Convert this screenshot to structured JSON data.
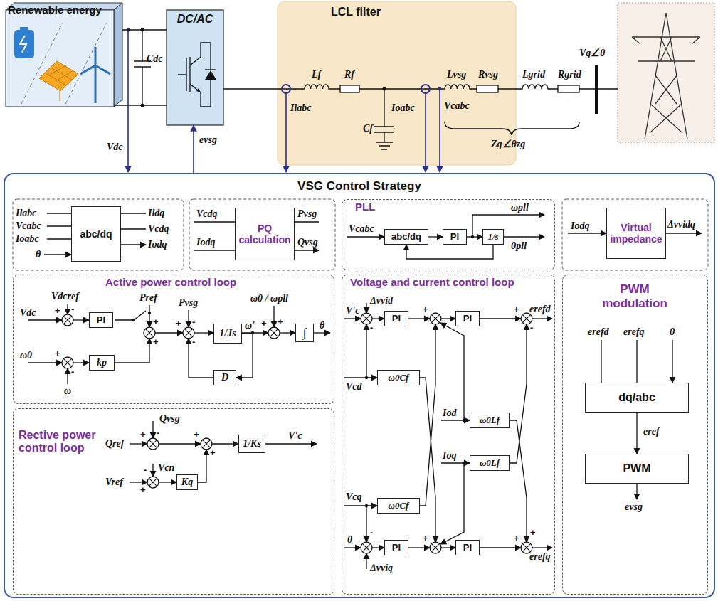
{
  "diagram": {
    "nodes": [
      {
        "text": [
          "Renewable energy"
        ]
      },
      {
        "text": [
          "DC/AC"
        ]
      },
      {
        "text": [
          "LCL filter"
        ]
      },
      {
        "text": [
          "VSG Control Strategy"
        ]
      },
      {
        "text": [
          "abc/dq"
        ],
        "in": 3
      },
      {
        "text": [
          "PQ calculation"
        ],
        "in": 3
      },
      {
        "text": [
          "PLL"
        ],
        "in": 3
      },
      {
        "text": [
          "abc/dq"
        ],
        "in": 6
      },
      {
        "text": [
          "PI"
        ],
        "in": 6
      },
      {
        "text": [
          "1/s"
        ],
        "in": 6
      },
      {
        "text": [
          "Virtual impedance"
        ],
        "in": 3
      },
      {
        "text": [
          "Active power control loop"
        ],
        "in": 3
      },
      {
        "text": [
          "PI"
        ],
        "in": 11
      },
      {
        "text": [
          "kp"
        ],
        "in": 11
      },
      {
        "text": [
          "1/Js"
        ],
        "in": 11
      },
      {
        "text": [
          "D"
        ],
        "in": 11
      },
      {
        "text": [
          "∫"
        ],
        "in": 11
      },
      {
        "text": [
          "Rective power control loop"
        ],
        "in": 3
      },
      {
        "text": [
          "1/Ks"
        ],
        "in": 17
      },
      {
        "text": [
          "Kq"
        ],
        "in": 17
      },
      {
        "text": [
          "Voltage and current control loop"
        ],
        "in": 3
      },
      {
        "text": [
          "PI"
        ],
        "in": 20
      },
      {
        "text": [
          "PI"
        ],
        "in": 20
      },
      {
        "text": [
          "ω0Cf"
        ],
        "in": 20
      },
      {
        "text": [
          "ω0Lf"
        ],
        "in": 20
      },
      {
        "text": [
          "ω0Lf"
        ],
        "in": 20
      },
      {
        "text": [
          "ω0Cf"
        ],
        "in": 20
      },
      {
        "text": [
          "PI"
        ],
        "in": 20
      },
      {
        "text": [
          "PI"
        ],
        "in": 20
      },
      {
        "text": [
          "PWM modulation"
        ],
        "in": 3
      },
      {
        "text": [
          "dq/abc"
        ],
        "in": 29
      },
      {
        "text": [
          "PWM"
        ],
        "in": 29
      }
    ],
    "edges": [
      {
        "from": 0,
        "to": 1,
        "arrow": "none"
      },
      {
        "from": 1,
        "to": 2,
        "arrow": "none"
      },
      {
        "from": 3,
        "to": 1,
        "arrow": "to",
        "label": "evsg"
      },
      {
        "from": 7,
        "to": 8,
        "arrow": "to"
      },
      {
        "from": 8,
        "to": 9,
        "arrow": "to"
      },
      {
        "from": 9,
        "to": 7,
        "arrow": "to"
      },
      {
        "from": 14,
        "to": 15,
        "arrow": "to"
      },
      {
        "from": 30,
        "to": 31,
        "arrow": "to",
        "label": "eref"
      }
    ],
    "labels": [
      "Cdc",
      "Vdc",
      "Ilabc",
      "Lf",
      "Rf",
      "Cf",
      "Ioabc",
      "Vcabc",
      "Lvsg",
      "Rvsg",
      "Lgrid",
      "Rgrid",
      "Zg∠θzg",
      "Vg∠0",
      "Ilabc",
      "Vcabc",
      "Ioabc",
      "θ",
      "Ildq",
      "Vcdq",
      "Iodq",
      "Vcdq",
      "Iodq",
      "Pvsg",
      "Qvsg",
      "Vcabc",
      "ωpll",
      "θpll",
      "Iodq",
      "Δvvidq",
      "Vdcref",
      "Vdc",
      "Pref",
      "Pvsg",
      "ω0",
      "ω",
      "ω'",
      "ω0 / ωpll",
      "θ",
      "Qref",
      "Qvsg",
      "Vref",
      "Vcn",
      "V'c",
      "V'c",
      "Δvvid",
      "Vcd",
      "Iod",
      "Ioq",
      "Vcq",
      "0",
      "Δvviq",
      "erefd",
      "erefq",
      "erefd",
      "erefq",
      "θ",
      "evsg",
      "+",
      "-",
      "+",
      "-",
      "+",
      "+",
      "+",
      "-",
      "-",
      "+",
      "+",
      "+",
      "-",
      "+",
      "+",
      "+",
      "-",
      "-",
      "+",
      "+",
      "-",
      "-",
      "+",
      "+",
      "+"
    ]
  }
}
